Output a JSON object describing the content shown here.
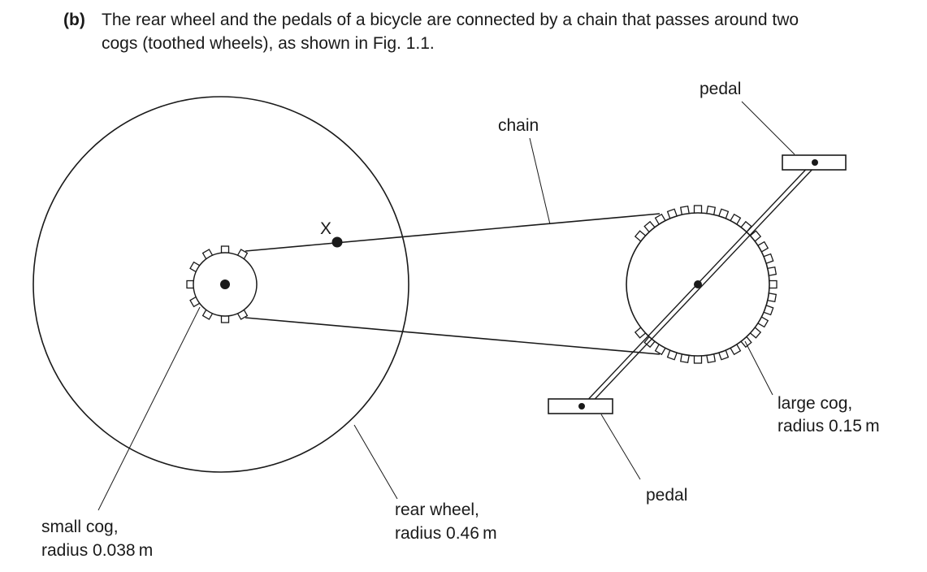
{
  "question": {
    "label": "(b)",
    "text_line1": "The rear wheel and the pedals of a bicycle are connected by a chain that passes around two",
    "text_line2": "cogs (toothed wheels), as shown in Fig. 1.1."
  },
  "labels": {
    "pedal_top": "pedal",
    "chain": "chain",
    "point_x": "X",
    "large_cog_line1": "large cog,",
    "large_cog_line2": "radius 0.15 m",
    "pedal_bottom": "pedal",
    "rear_wheel_line1": "rear wheel,",
    "rear_wheel_line2": "radius 0.46 m",
    "small_cog_line1": "small cog,",
    "small_cog_line2": "radius 0.038 m"
  }
}
